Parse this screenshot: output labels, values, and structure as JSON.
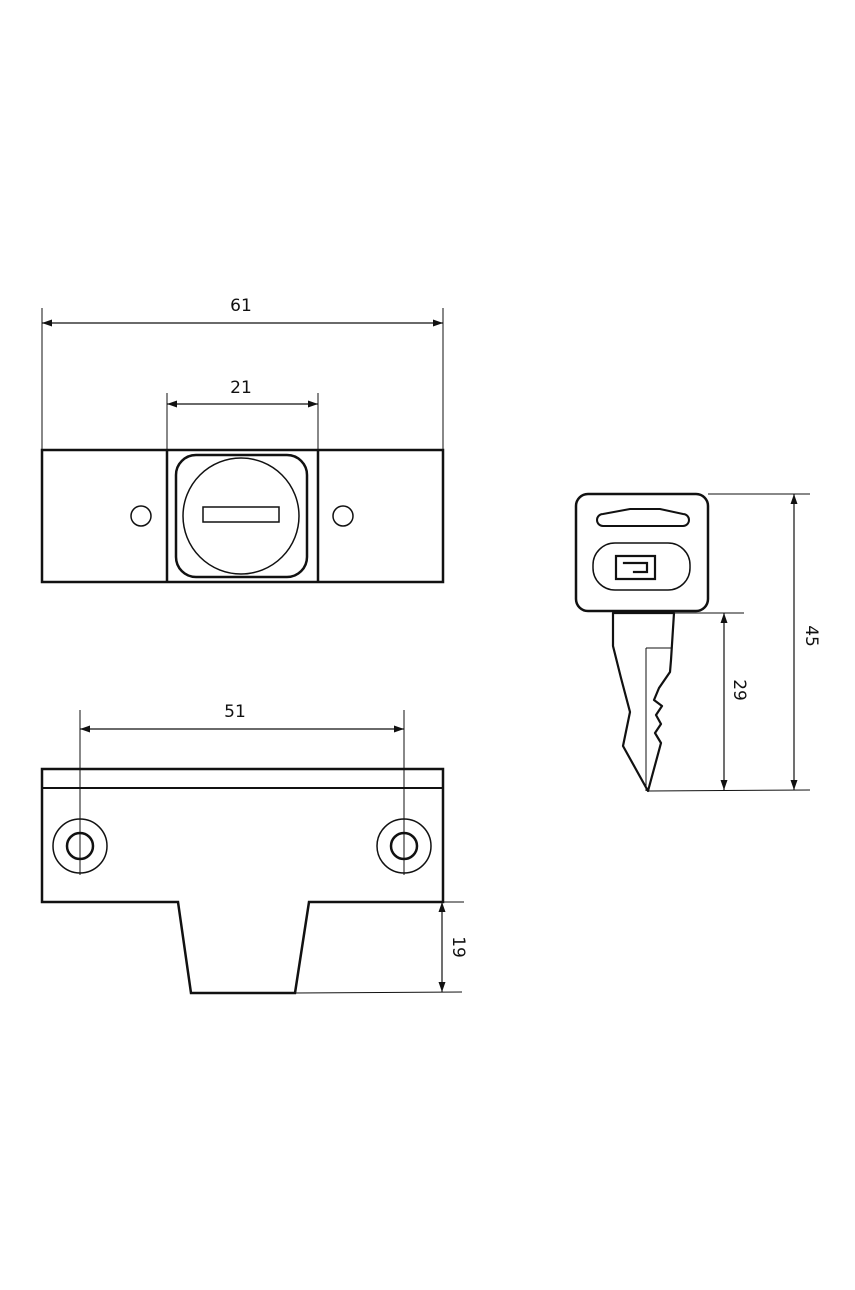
{
  "dimensions": {
    "front_width": "61",
    "cylinder_width": "21",
    "hole_spacing": "51",
    "tongue_height": "19",
    "key_length": "45",
    "key_blade_length": "29"
  },
  "colors": {
    "line": "#111111",
    "background": "#ffffff"
  }
}
